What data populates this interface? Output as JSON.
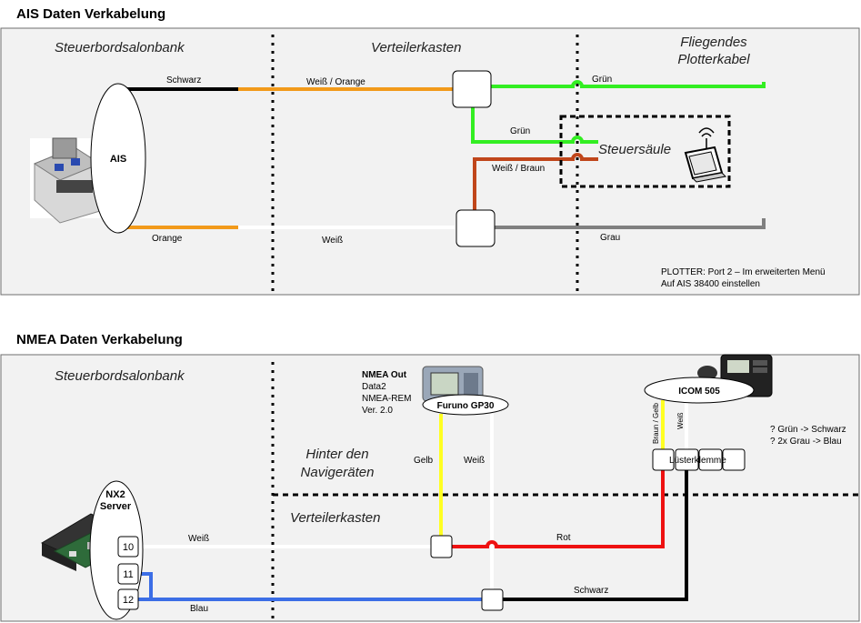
{
  "ais": {
    "title": "AIS Daten Verkabelung",
    "zone_left": "Steuerbordsalonbank",
    "zone_mid": "Verteilerkasten",
    "zone_right_line1": "Fliegendes",
    "zone_right_line2": "Plotterkabel",
    "device_label": "AIS",
    "steuersaeule": "Steuersäule",
    "wires": {
      "schwarz": "Schwarz",
      "weiss_orange": "Weiß / Orange",
      "gruen_top": "Grün",
      "gruen_mid": "Grün",
      "weiss_braun": "Weiß / Braun",
      "orange": "Orange",
      "weiss": "Weiß",
      "grau": "Grau"
    },
    "note_line1": "PLOTTER: Port 2 – Im erweiterten Menü",
    "note_line2": "Auf AIS 38400 einstellen"
  },
  "nmea": {
    "title": "NMEA Daten Verkabelung",
    "zone_left": "Steuerbordsalonbank",
    "zone_hinter_line1": "Hinter den",
    "zone_hinter_line2": "Navigeräten",
    "zone_verteiler": "Verteilerkasten",
    "nx2_line1": "NX2",
    "nx2_line2": "Server",
    "ports": [
      "10",
      "11",
      "12"
    ],
    "furuno_label": "Furuno GP30",
    "furuno_info": [
      "NMEA Out",
      "Data2",
      "NMEA-REM",
      "Ver. 2.0"
    ],
    "icom_label": "ICOM 505",
    "luester": "Lüsterklemme",
    "notes": [
      "? Grün -> Schwarz",
      "? 2x Grau -> Blau"
    ],
    "wires": {
      "weiss_left": "Weiß",
      "gelb": "Gelb",
      "weiss_v": "Weiß",
      "rot": "Rot",
      "schwarz": "Schwarz",
      "blau": "Blau",
      "braun_gelb": "Braun / Gelb",
      "weiss_icom": "Weiß"
    }
  },
  "colors": {
    "black": "#000000",
    "orange": "#f29a1a",
    "white_wire": "#ffffff",
    "green": "#33ee22",
    "brown": "#c0461b",
    "grey": "#808080",
    "yellow": "#ffff22",
    "red": "#ee1111",
    "blue": "#3c6ee6",
    "panel_bg": "#f2f2f2"
  }
}
